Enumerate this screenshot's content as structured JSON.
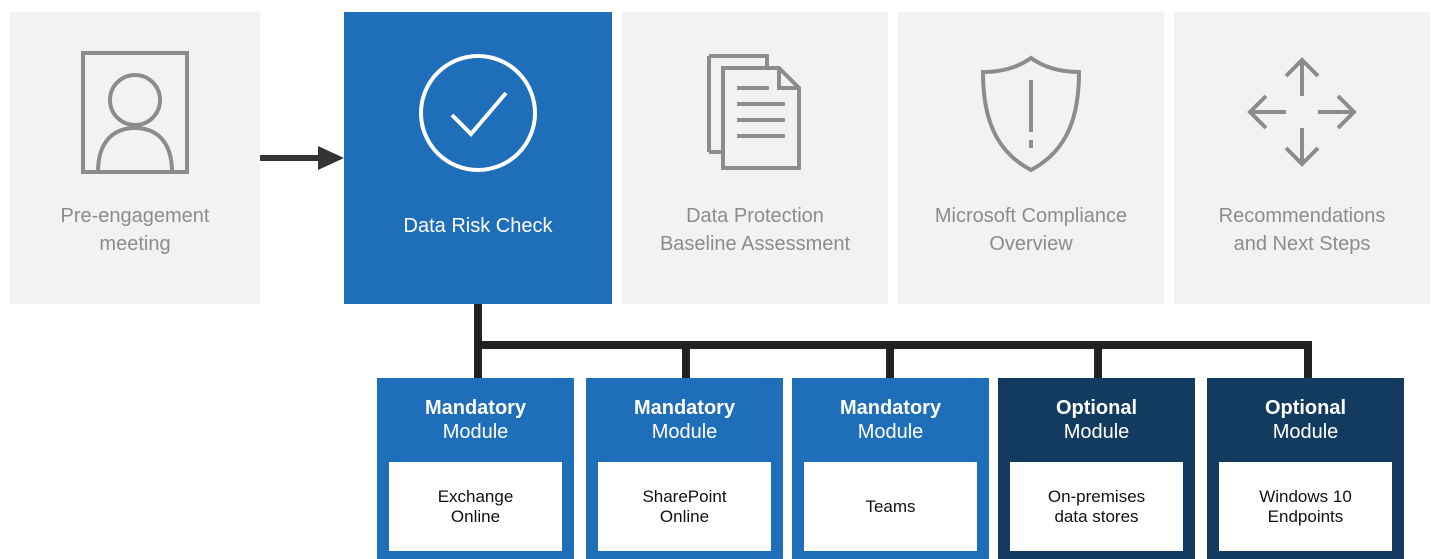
{
  "steps": [
    {
      "id": "pre-engagement",
      "label": "Pre-engagement\nmeeting",
      "icon": "person-icon",
      "active": false
    },
    {
      "id": "data-risk-check",
      "label": "Data Risk Check",
      "icon": "checkmark-circle-icon",
      "active": true
    },
    {
      "id": "data-protection",
      "label": "Data Protection\nBaseline Assessment",
      "icon": "documents-icon",
      "active": false
    },
    {
      "id": "compliance-overview",
      "label": "Microsoft  Compliance\nOverview",
      "icon": "shield-alert-icon",
      "active": false
    },
    {
      "id": "recommendations",
      "label": "Recommendations\nand Next Steps",
      "icon": "four-way-arrows-icon",
      "active": false
    }
  ],
  "modules": [
    {
      "kind": "Mandatory",
      "sub": "Module",
      "name": "Exchange\nOnline",
      "type": "mandatory"
    },
    {
      "kind": "Mandatory",
      "sub": "Module",
      "name": "SharePoint\nOnline",
      "type": "mandatory"
    },
    {
      "kind": "Mandatory",
      "sub": "Module",
      "name": "Teams",
      "type": "mandatory"
    },
    {
      "kind": "Optional",
      "sub": "Module",
      "name": "On-premises\ndata stores",
      "type": "optional"
    },
    {
      "kind": "Optional",
      "sub": "Module",
      "name": "Windows 10\nEndpoints",
      "type": "optional"
    }
  ],
  "colors": {
    "active_step": "#1f6eb9",
    "inactive_step": "#f2f2f2",
    "mandatory": "#1f6eb9",
    "optional": "#133b60",
    "icon_gray": "#8c8c8c",
    "connector": "#222222"
  }
}
